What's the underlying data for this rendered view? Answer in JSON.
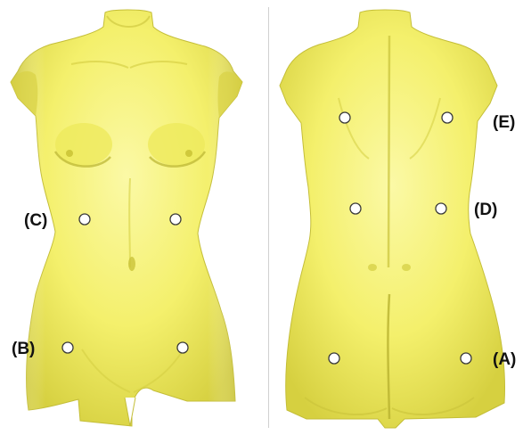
{
  "colors": {
    "skin": "#f4f06c",
    "skin_light": "#fbf9a6",
    "shade": "#c9c33a",
    "shade_dark": "#a29d28",
    "marker_fill": "#ffffff",
    "marker_stroke": "#3a3a3a",
    "divider": "#d0d0d0"
  },
  "views": [
    {
      "view": "front torso",
      "markers": [
        {
          "label": "(C)",
          "side": "left"
        },
        {
          "label": "",
          "side": "right"
        },
        {
          "label": "(B)",
          "side": "left"
        },
        {
          "label": "",
          "side": "right"
        }
      ]
    },
    {
      "view": "back torso",
      "markers": [
        {
          "label": "",
          "side": "left"
        },
        {
          "label": "(E)",
          "side": "right"
        },
        {
          "label": "",
          "side": "left"
        },
        {
          "label": "(D)",
          "side": "right"
        },
        {
          "label": "",
          "side": "left"
        },
        {
          "label": "(A)",
          "side": "right"
        }
      ]
    }
  ],
  "labels": {
    "A": "(A)",
    "B": "(B)",
    "C": "(C)",
    "D": "(D)",
    "E": "(E)"
  }
}
